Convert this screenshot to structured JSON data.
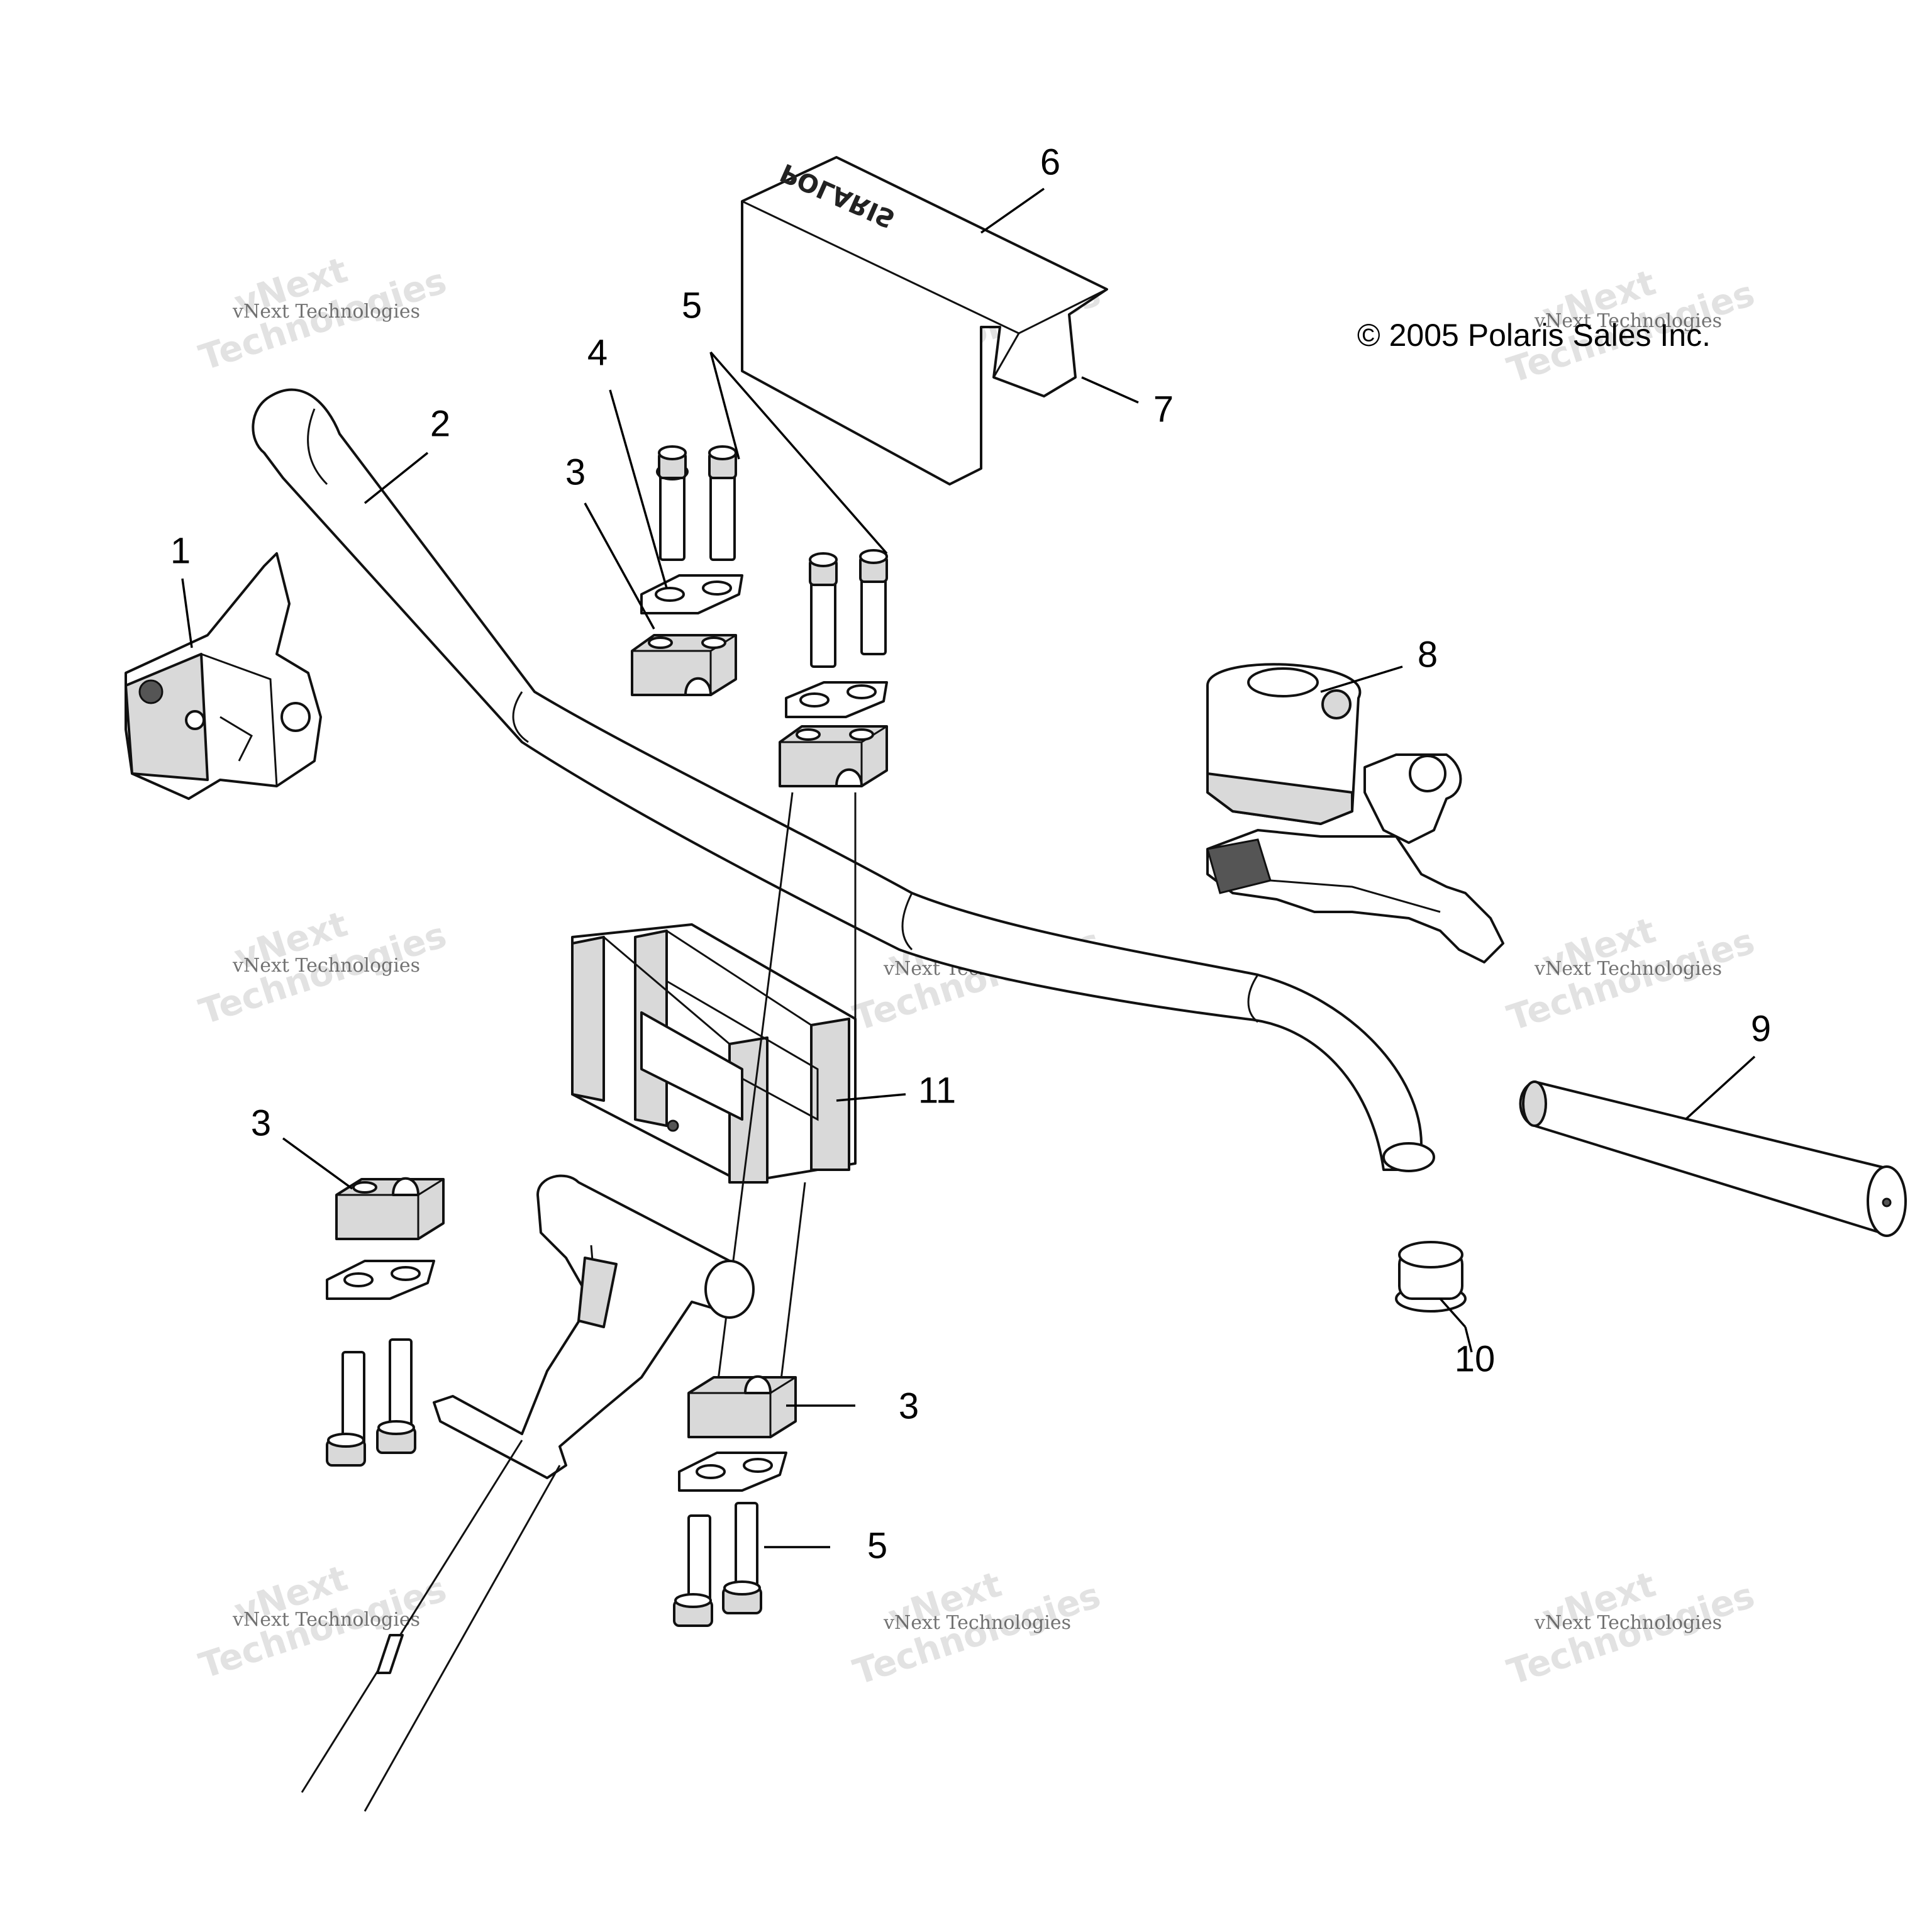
{
  "copyright": "© 2005 Polaris Sales Inc.",
  "brand_mark": "POLARIS",
  "watermark": {
    "small": "vNext Technologies",
    "big_top": "vNext",
    "big_bottom": "Technologies"
  },
  "callouts": {
    "c1": "1",
    "c2": "2",
    "c3_top": "3",
    "c3_left": "3",
    "c3_bottom": "3",
    "c4": "4",
    "c5_top": "5",
    "c5_bottom": "5",
    "c6": "6",
    "c7": "7",
    "c8": "8",
    "c9": "9",
    "c10": "10",
    "c11": "11"
  }
}
